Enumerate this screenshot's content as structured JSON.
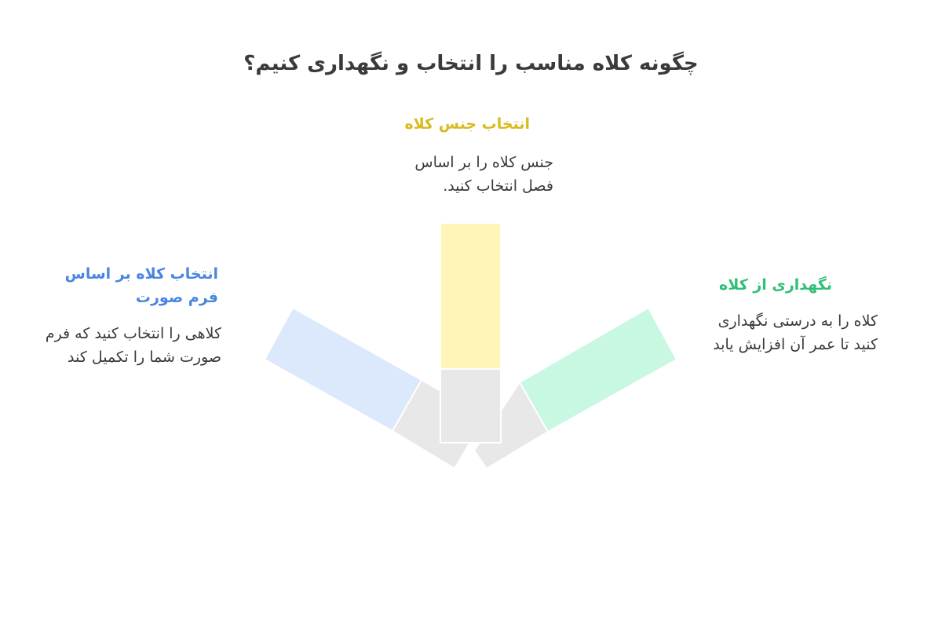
{
  "title": "چگونه کلاه مناسب را انتخاب و نگهداری کنیم؟",
  "colors": {
    "left": "#dce8fb",
    "left_text": "#4a86e0",
    "center": "#fff5b8",
    "center_text": "#d8bb1e",
    "right": "#c8f7e2",
    "right_text": "#2fbf79",
    "hub": "#e8e8e8"
  },
  "items": [
    {
      "heading": "انتخاب جنس کلاه",
      "description": "جنس کلاه را بر اساس فصل انتخاب کنید."
    },
    {
      "heading": "انتخاب کلاه بر اساس فرم صورت",
      "description": "کلاهی را انتخاب کنید که فرم صورت شما را تکمیل کند"
    },
    {
      "heading": "نگهداری از کلاه",
      "description": "کلاه را به درستی نگهداری کنید تا عمر آن افزایش یابد"
    }
  ]
}
